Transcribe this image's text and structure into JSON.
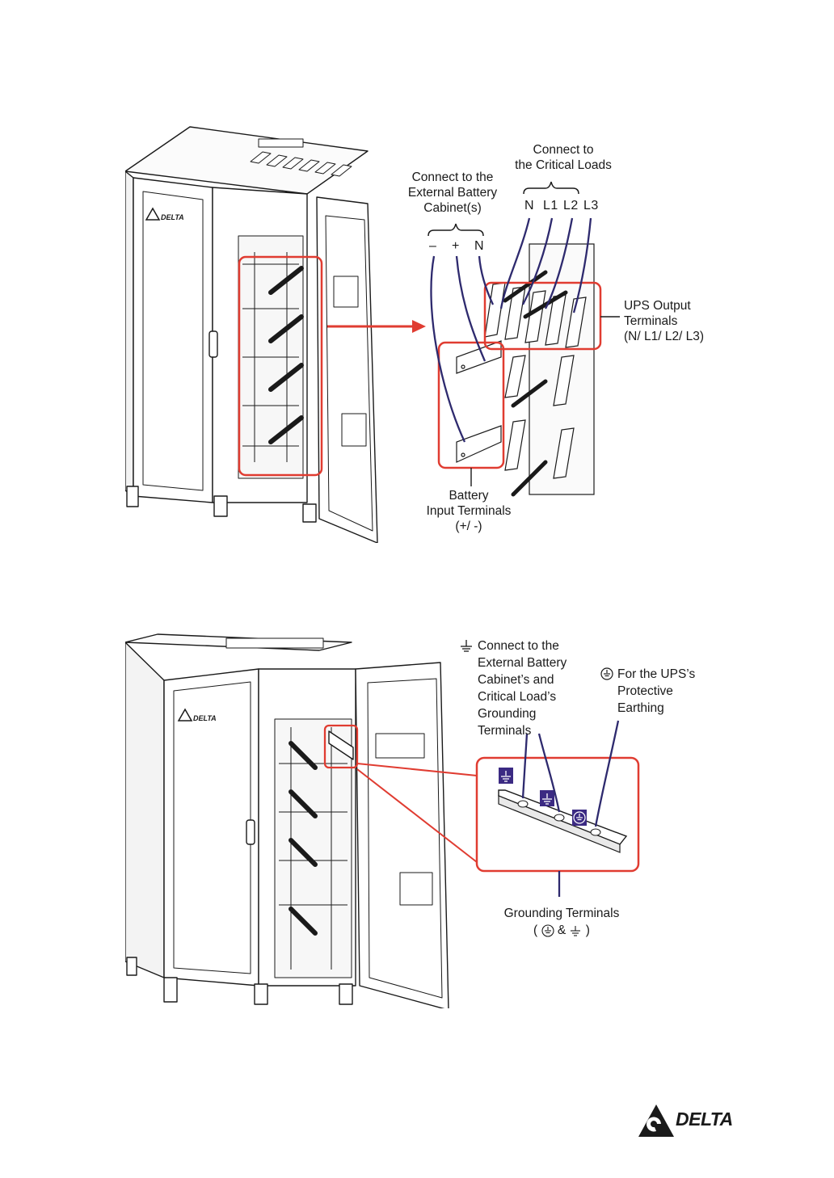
{
  "figure1": {
    "critical_loads_label": "Connect to\nthe Critical Loads",
    "output_terms": [
      "N",
      "L1",
      "L2",
      "L3"
    ],
    "battery_cabinet_label": "Connect to the\nExternal Battery\nCabinet(s)",
    "battery_terms": [
      "–",
      "+",
      "N"
    ],
    "ups_output_label": "UPS Output\nTerminals\n(N/ L1/ L2/ L3)",
    "battery_input_label": "Battery\nInput Terminals\n(+/ -)",
    "door_logo": "DELTA"
  },
  "figure2": {
    "ground_connect_label": "Connect to the\nExternal Battery\nCabinet’s and\nCritical Load’s\nGrounding\nTerminals",
    "protective_earth_label": "For the UPS’s\nProtective\nEarthing",
    "grounding_terminals_label": "Grounding Terminals",
    "grounding_paren_open": "(",
    "grounding_amp": "&",
    "grounding_paren_close": ")",
    "door_logo": "DELTA"
  },
  "page_logo": "DELTA",
  "colors": {
    "highlight_red": "#e03c31",
    "lead_navy": "#2e2a6e",
    "badge_purple": "#3b2a83",
    "line": "#1a1a1a"
  }
}
